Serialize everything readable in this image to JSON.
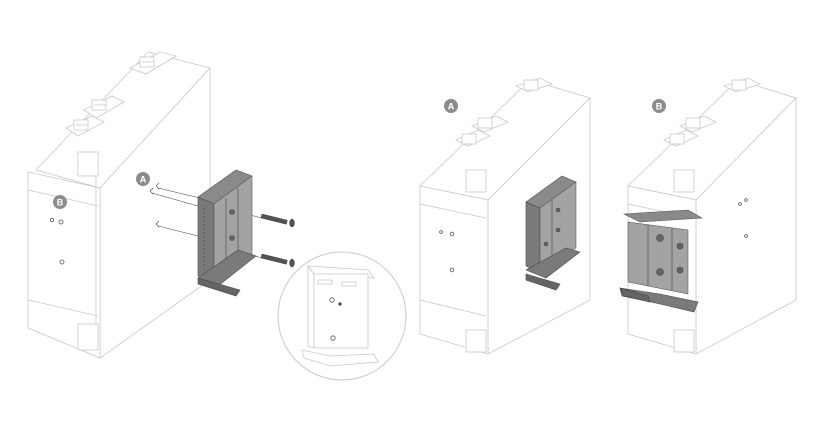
{
  "figure": {
    "panels": [
      {
        "id": "panel-1",
        "callouts": [
          {
            "label": "A",
            "target": "screws"
          },
          {
            "label": "B",
            "target": "mounting-holes"
          }
        ]
      },
      {
        "id": "panel-2",
        "callouts": [
          {
            "label": "A",
            "target": "clip-rear-position"
          }
        ]
      },
      {
        "id": "panel-3",
        "callouts": [
          {
            "label": "B",
            "target": "clip-front-position"
          }
        ]
      }
    ]
  },
  "colors": {
    "outline": "#c9c9c9",
    "clip": "#7a7a7a",
    "badge": "#8c8c8c",
    "background": "#ffffff"
  },
  "icons": {
    "badge": "circle-label",
    "detail": "magnifier-circle"
  }
}
